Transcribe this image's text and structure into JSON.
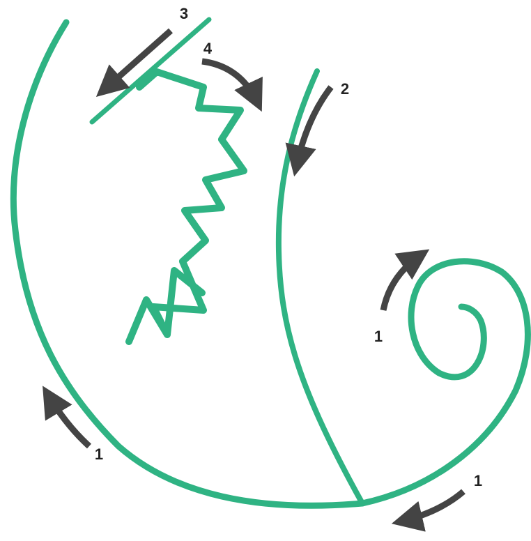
{
  "colors": {
    "stroke": "#2fb383",
    "arrow": "#444444",
    "label": "#222222",
    "background": "#ffffff"
  },
  "labels": {
    "step_1_bottom_left": "1",
    "step_1_bottom_right": "1",
    "step_1_spiral": "1",
    "step_2": "2",
    "step_3": "3",
    "step_4": "4"
  }
}
